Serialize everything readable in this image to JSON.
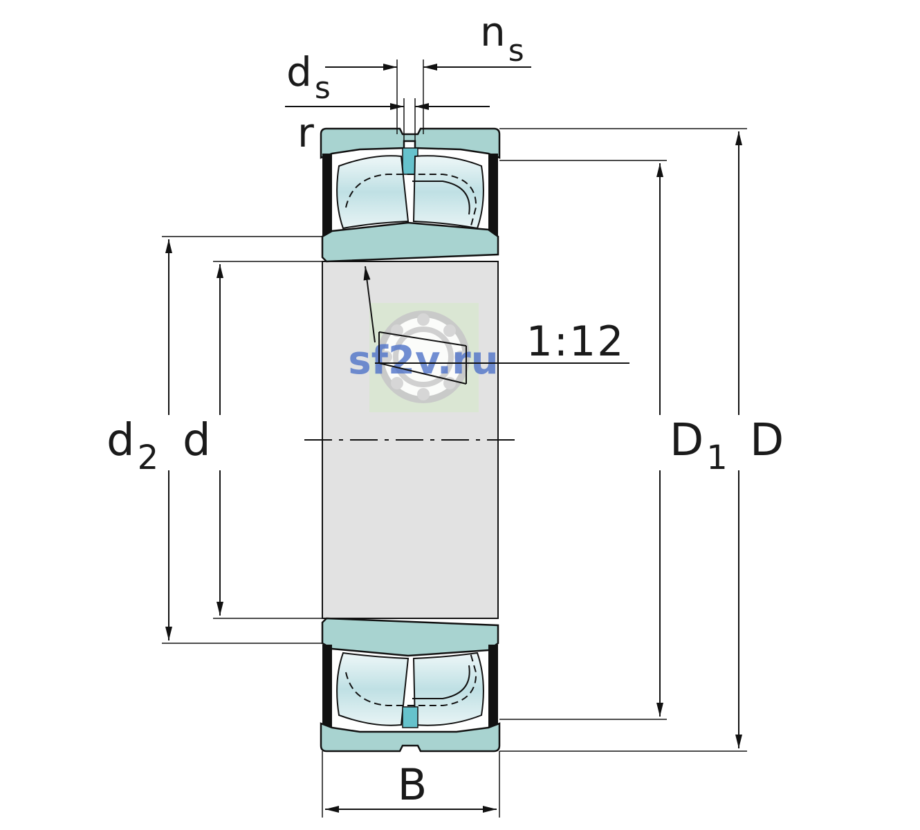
{
  "labels": {
    "ns": "n",
    "ns_sub": "s",
    "ds": "d",
    "ds_sub": "s",
    "r": "r",
    "taper": "1:12",
    "d2": "d",
    "d2_sub": "2",
    "d": "d",
    "D1": "D",
    "D1_sub": "1",
    "D": "D",
    "B": "B"
  },
  "watermark": "sf2v.ru",
  "colors": {
    "ring": "#a8d3d0",
    "roller": "#cde7ea",
    "bore": "#e2e2e2",
    "outline": "#111111",
    "seal": "#111111",
    "watermark_bg": "#d8e6d0",
    "hole": "#66c2cc"
  }
}
